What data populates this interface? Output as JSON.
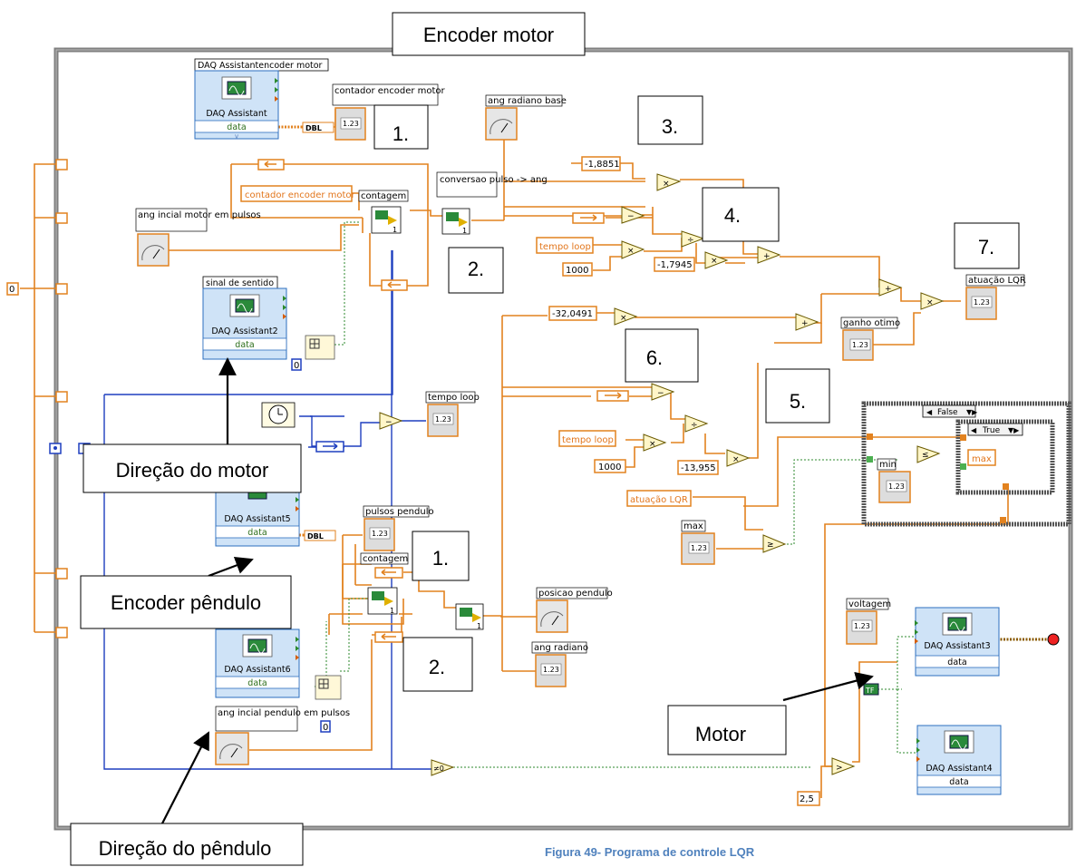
{
  "window": {
    "title": "Encoder motor"
  },
  "daq_blocks": [
    {
      "id": "daq1",
      "label": "DAQ Assistantencoder motor",
      "name": "DAQ Assistant",
      "out": "data"
    },
    {
      "id": "daq2",
      "label": "sinal de sentido",
      "name": "DAQ Assistant2",
      "out": "data"
    },
    {
      "id": "daq5",
      "label": "",
      "name": "DAQ Assistant5",
      "out": "data"
    },
    {
      "id": "daq6",
      "label": "",
      "name": "DAQ Assistant6",
      "out": "data"
    },
    {
      "id": "daq3",
      "label": "",
      "name": "DAQ Assistant3",
      "out": "data"
    },
    {
      "id": "daq4",
      "label": "",
      "name": "DAQ Assistant4",
      "out": "data"
    }
  ],
  "indicators": {
    "contador_encoder_motor": "contador encoder motor",
    "ang_radiano_base": "ang radiano base",
    "ang_inicial_motor": "ang incial motor em pulsos",
    "tempo_loop": "tempo loop",
    "pulsos_pendulo": "pulsos pendulo",
    "posicao_pendulo": "posicao pendulo",
    "ang_radiano": "ang radiano",
    "ang_inicial_pendulo": "ang incial pendulo em pulsos",
    "atuacao_lqr": "atuação LQR",
    "ganho_otimo": "ganho otimo",
    "voltagem": "voltagem",
    "min": "min",
    "max": "max",
    "conversao": "conversao pulso -> ang",
    "contagem": "contagem"
  },
  "local_vars": {
    "contador_encoder_motor": "contador encoder motor",
    "tempo_loop": "tempo loop",
    "atuacao_lqr": "atuação LQR",
    "max": "max"
  },
  "constants": {
    "c1": "-1,8851",
    "c2": "-1,7945",
    "c3": "-32,0491",
    "c4": "-13,955",
    "k1000": "1000",
    "zero": "0",
    "blue_zero": "0",
    "v25": "2,5"
  },
  "value_tags": {
    "dbl": "DBL",
    "num": "1.23",
    "one": "1"
  },
  "case": {
    "false": "False",
    "true": "True"
  },
  "numbered_boxes": [
    "1.",
    "2.",
    "3.",
    "4.",
    "5.",
    "6.",
    "7.",
    "1.",
    "2."
  ],
  "callouts": {
    "direcao_motor": "Direção do motor",
    "encoder_pendulo": "Encoder pêndulo",
    "motor": "Motor",
    "direcao_pendulo": "Direção do pêndulo"
  },
  "caption": "Figura 49- Programa de controle LQR"
}
